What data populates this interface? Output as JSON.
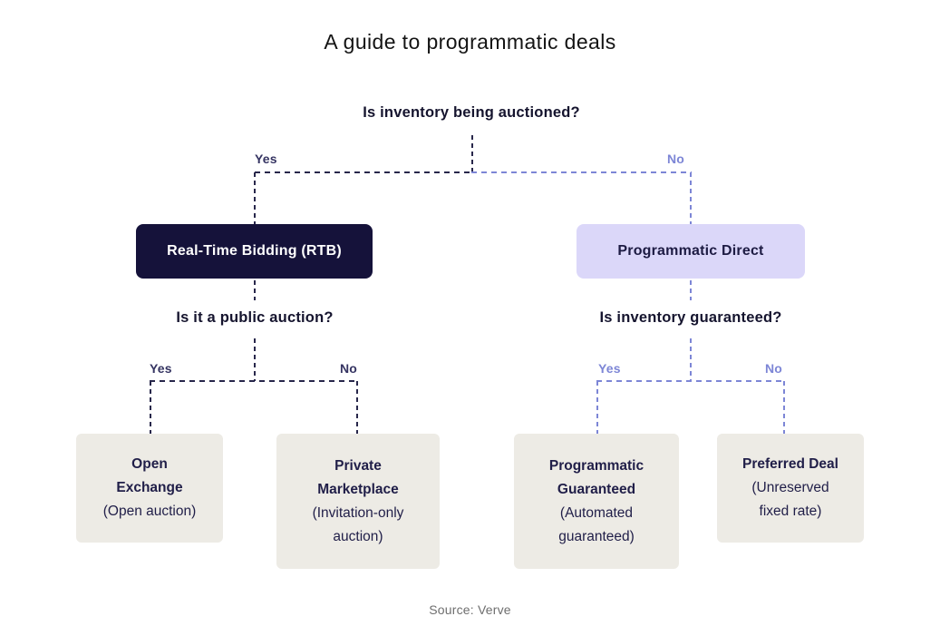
{
  "title": "A guide to programmatic deals",
  "source": "Source: Verve",
  "colors": {
    "rtb_box_bg": "#15123A",
    "rtb_box_text": "#FFFFFF",
    "direct_box_bg": "#DBD7F9",
    "direct_box_text": "#1D1B43",
    "leaf_box_bg": "#EDEBE5",
    "leaf_text": "#201E48",
    "dark_line": "#28274B",
    "dark_label": "#353462",
    "periwinkle_line": "#7D86D6",
    "question_text": "#15142E",
    "source_text": "#6E6E6E"
  },
  "tree": {
    "question": "Is inventory being auctioned?",
    "yes": {
      "label": "Yes",
      "node": "Real-Time Bidding (RTB)",
      "question": "Is it a public auction?",
      "yes": {
        "label": "Yes",
        "name": "Open\nExchange",
        "detail": "(Open auction)"
      },
      "no": {
        "label": "No",
        "name": "Private\nMarketplace",
        "detail": "(Invitation-only\nauction)"
      }
    },
    "no": {
      "label": "No",
      "node": "Programmatic Direct",
      "question": "Is inventory guaranteed?",
      "yes": {
        "label": "Yes",
        "name": "Programmatic\nGuaranteed",
        "detail": "(Automated\nguaranteed)"
      },
      "no": {
        "label": "No",
        "name": "Preferred Deal",
        "detail": "(Unreserved\nfixed rate)"
      }
    }
  }
}
